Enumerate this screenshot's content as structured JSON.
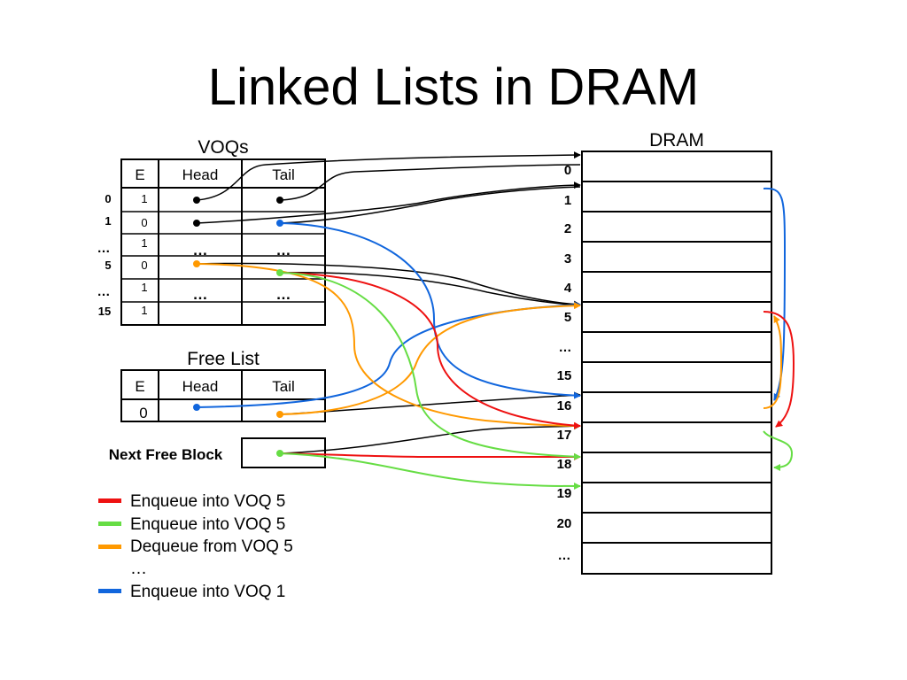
{
  "title": "Linked Lists in DRAM",
  "voqs": {
    "label": "VOQs",
    "headers": {
      "e": "E",
      "head": "Head",
      "tail": "Tail"
    },
    "rows": [
      {
        "index": "0",
        "e": "1",
        "head": "",
        "tail": ""
      },
      {
        "index": "1",
        "e": "0",
        "head": "",
        "tail": ""
      },
      {
        "index": "…",
        "e": "1",
        "head": "…",
        "tail": "…"
      },
      {
        "index": "5",
        "e": "0",
        "head": "",
        "tail": ""
      },
      {
        "index": "…",
        "e": "1",
        "head": "…",
        "tail": "…"
      },
      {
        "index": "15",
        "e": "1",
        "head": "",
        "tail": ""
      }
    ]
  },
  "free_list": {
    "label": "Free List",
    "headers": {
      "e": "E",
      "head": "Head",
      "tail": "Tail"
    },
    "row": {
      "e": "0",
      "head": "",
      "tail": ""
    }
  },
  "next_free_block": {
    "label": "Next Free Block"
  },
  "dram": {
    "label": "DRAM",
    "rows": [
      "0",
      "1",
      "2",
      "3",
      "4",
      "5",
      "…",
      "15",
      "16",
      "17",
      "18",
      "19",
      "20",
      "…"
    ]
  },
  "legend": [
    {
      "label": "Enqueue into VOQ 5",
      "color": "#ee1111"
    },
    {
      "label": "Enqueue into VOQ 5",
      "color": "#66dd44"
    },
    {
      "label": "Dequeue from VOQ 5",
      "color": "#ff9900"
    },
    {
      "label": "…",
      "color": ""
    },
    {
      "label": "Enqueue into VOQ 1",
      "color": "#1166dd"
    }
  ],
  "colors": {
    "red": "#ee1111",
    "green": "#66dd44",
    "orange": "#ff9900",
    "blue": "#1166dd",
    "black": "#000000"
  }
}
